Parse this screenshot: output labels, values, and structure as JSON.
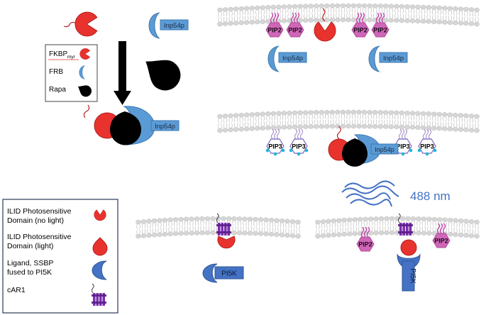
{
  "labels": {
    "inp54p": "Inp54p",
    "pip2": "PIP2",
    "pip3": "PIP3",
    "pi5k": "PI5K",
    "nm": "488 nm"
  },
  "legend_top": {
    "fkbp": "FKBP",
    "fkbp_sub": "myr",
    "frb": "FRB",
    "rapa": "Rapa"
  },
  "legend_bottom": {
    "ilid_dark_1": "ILID Photosensitive",
    "ilid_dark_2": "Domain (no light)",
    "ilid_light_1": "ILID Photosensitive",
    "ilid_light_2": "Domain (light)",
    "ligand_1": "Ligand, SSBP",
    "ligand_2": "fused to PI5K",
    "car1": "cAR1"
  },
  "colors": {
    "red": "#e8322e",
    "blue": "#5b9bd5",
    "pink": "#d066b8",
    "purple": "#7b2fb0",
    "navy": "#4472c4",
    "membrane": "#d4d4d4",
    "cyan": "#19b9d9"
  },
  "icons": [
    "membrane-icon",
    "pacman-icon",
    "crescent-icon",
    "drop-icon",
    "receptor-icon",
    "arrow-down-icon",
    "light-wave-icon"
  ]
}
